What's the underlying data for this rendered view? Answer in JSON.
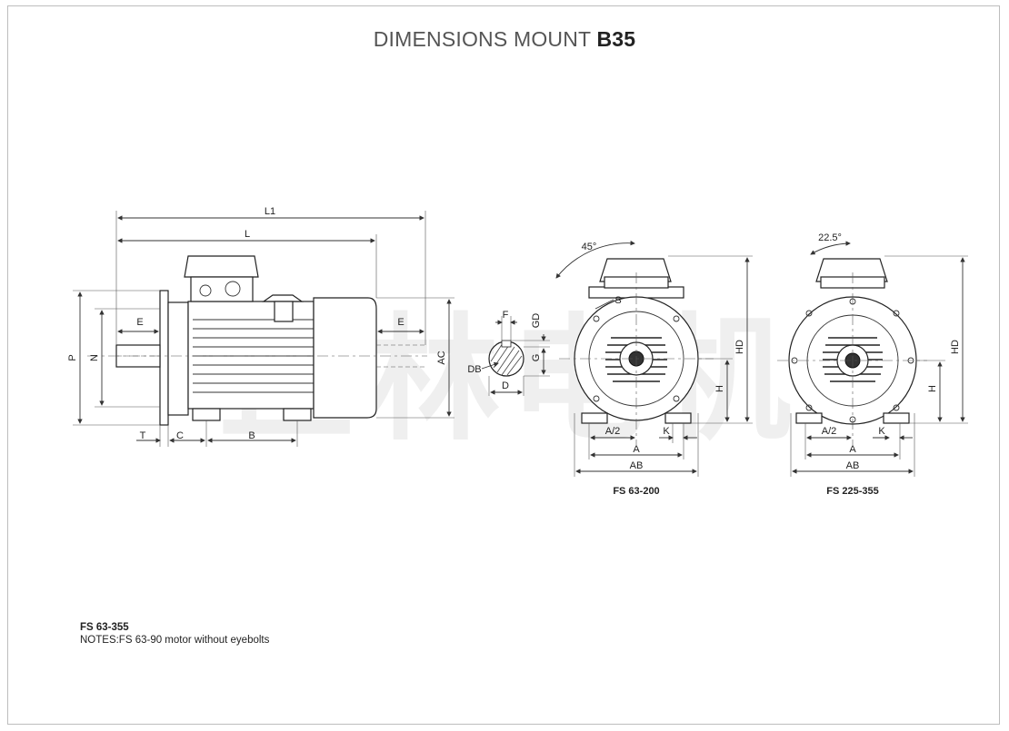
{
  "title": {
    "main": "DIMENSIONS MOUNT",
    "bold": "B35"
  },
  "labels": {
    "L1": "L1",
    "L": "L",
    "E": "E",
    "P": "P",
    "N": "N",
    "T": "T",
    "C": "C",
    "B": "B",
    "AC": "AC",
    "F": "F",
    "GD": "GD",
    "G": "G",
    "DB": "DB",
    "D": "D",
    "S": "S",
    "HD": "HD",
    "H": "H",
    "A_half": "A/2",
    "K": "K",
    "A": "A",
    "AB": "AB",
    "angle45": "45°",
    "angle22": "22.5°"
  },
  "captions": {
    "front_small": "FS  63-200",
    "front_large": "FS  225-355"
  },
  "notes": {
    "fs_range": "FS  63-355",
    "text": "NOTES:FS 63-90 motor without eyebolts"
  },
  "watermark": "正林电机"
}
